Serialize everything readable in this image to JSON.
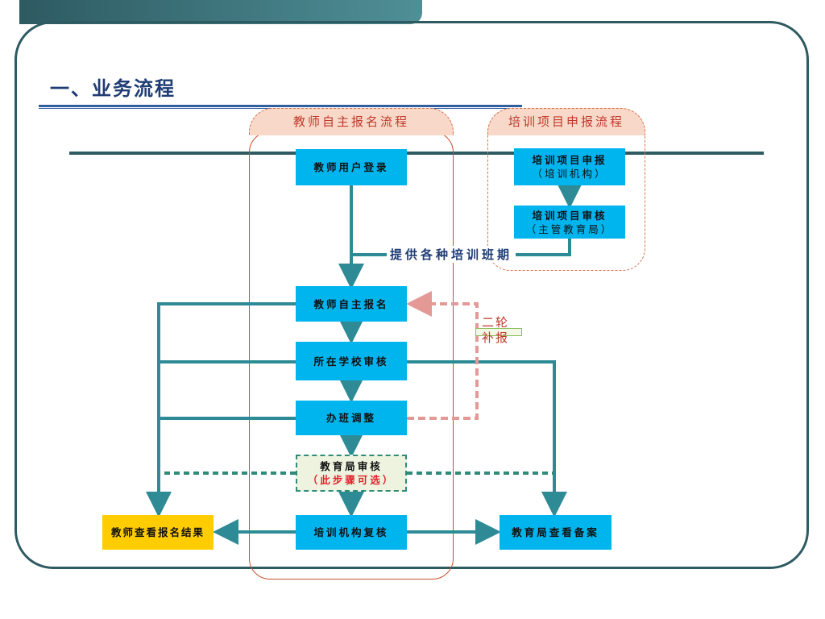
{
  "section_title": "一、业务流程",
  "groups": {
    "teacher_flow": "教师自主报名流程",
    "project_flow": "培训项目申报流程"
  },
  "nodes": {
    "project_apply": {
      "label": "培训项目申报",
      "sub": "（培训机构）"
    },
    "project_review": {
      "label": "培训项目审核",
      "sub": "（主管教育局）"
    },
    "teacher_login": {
      "label": "教师用户登录"
    },
    "self_register": {
      "label": "教师自主报名"
    },
    "school_review": {
      "label": "所在学校审核"
    },
    "class_adjust": {
      "label": "办班调整"
    },
    "bureau_review": {
      "label": "教育局审核",
      "sub": "（此步骤可选）"
    },
    "org_recheck": {
      "label": "培训机构复核"
    },
    "teacher_result": {
      "label": "教师查看报名结果"
    },
    "bureau_record": {
      "label": "教育局查看备案"
    }
  },
  "edge_labels": {
    "provide_classes": "提供各种培训班期",
    "second_round": "二轮补报"
  },
  "colors": {
    "box": "#00b4ee",
    "yellow": "#ffcc00",
    "line": "#2e8b96",
    "dashed_pink": "#e39a96",
    "group_border": "#d9704b"
  }
}
